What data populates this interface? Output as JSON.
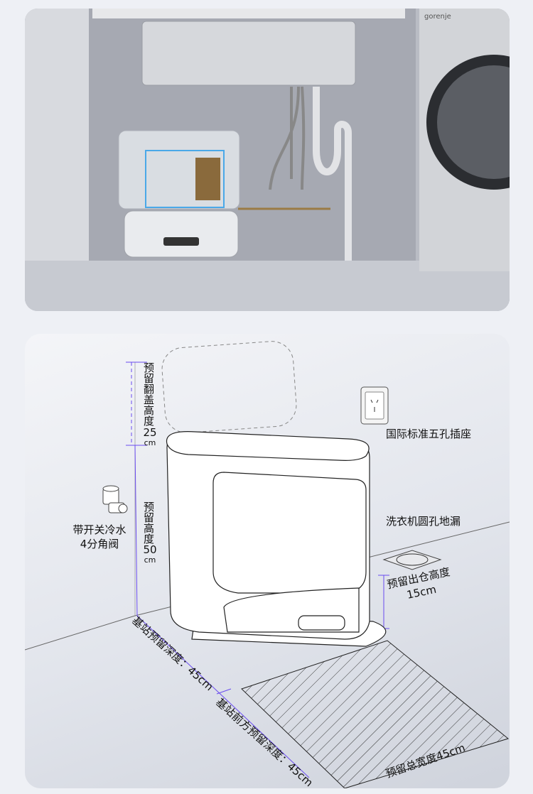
{
  "photo": {
    "washer_brand": "gorenje"
  },
  "diagram": {
    "flip_lid_height": {
      "label": "预留翻盖高度",
      "value": "25",
      "unit": "cm"
    },
    "reserved_height": {
      "label": "预留高度",
      "value": "50",
      "unit": "cm"
    },
    "socket_label": "国际标准五孔插座",
    "floor_drain_label": "洗衣机圆孔地漏",
    "valve_label_line1": "带开关冷水",
    "valve_label_line2": "4分角阀",
    "exit_height_line1": "预留出仓高度",
    "exit_height_line2": "15cm",
    "station_depth": "基站预留深度：45cm",
    "front_depth": "基站前方预留深度：45cm",
    "total_width": "预留总宽度45cm"
  },
  "colors": {
    "dimension_line": "#6a4cf0"
  }
}
